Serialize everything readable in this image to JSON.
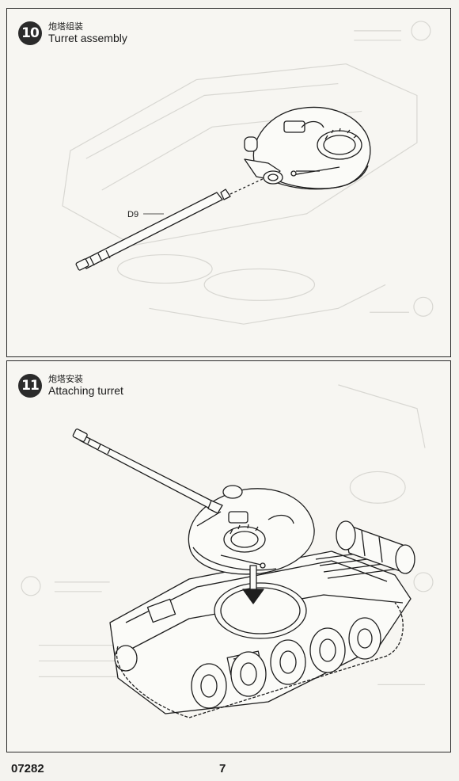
{
  "steps": [
    {
      "number": "10",
      "title_cn": "炮塔组装",
      "title_en": "Turret assembly",
      "part_label": "D9"
    },
    {
      "number": "11",
      "title_cn": "炮塔安装",
      "title_en": "Attaching turret"
    }
  ],
  "footer": {
    "kit_code": "07282",
    "page_number": "7"
  },
  "colors": {
    "line": "#1e1e1e",
    "paper": "#f7f6f2",
    "bleed": "#d9d8d3"
  },
  "icons": {
    "arrow": "down-arrow-icon"
  }
}
